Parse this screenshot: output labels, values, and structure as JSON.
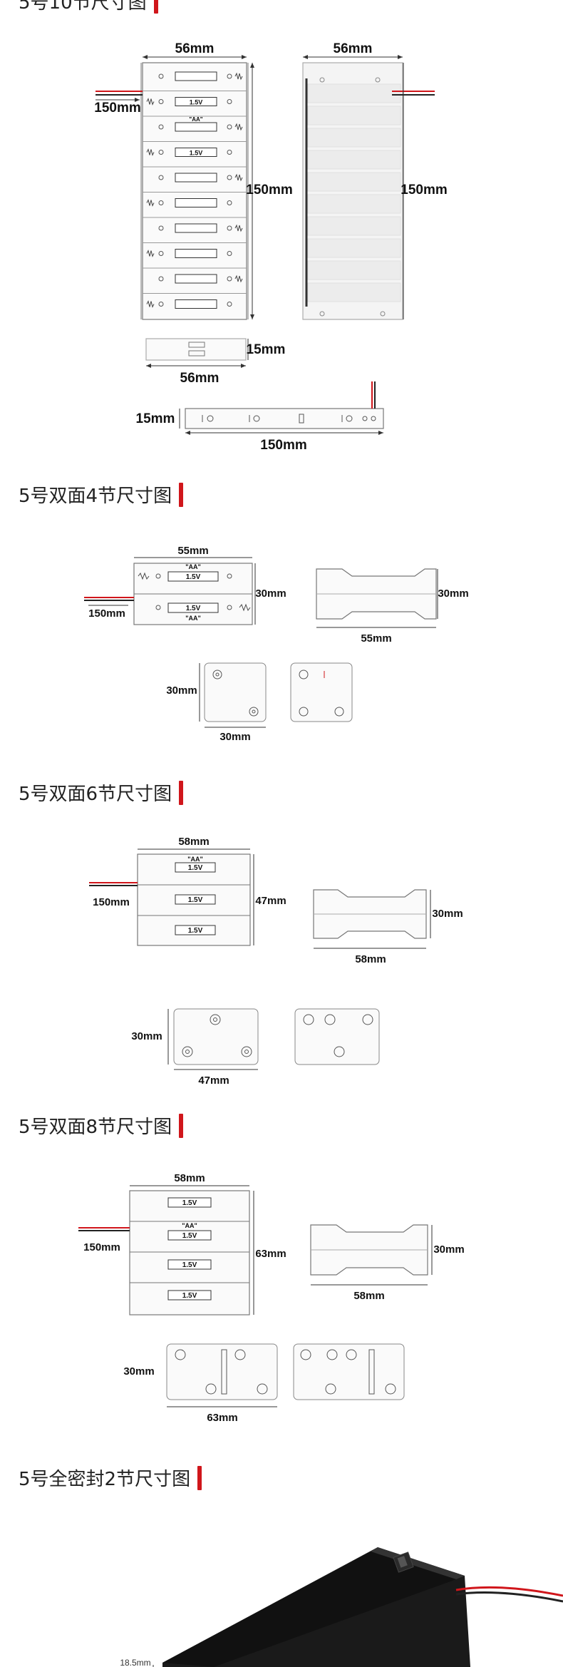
{
  "colors": {
    "accent": "#d0161b",
    "line": "#555555",
    "wire_red": "#d0161b",
    "wire_black": "#222222"
  },
  "top_title": "5号10节尺寸图",
  "s10": {
    "w_front": "56mm",
    "w_back": "56mm",
    "lead": "150mm",
    "h_front": "150mm",
    "h_back": "150mm",
    "cell": "1.5V",
    "aa": "\"AA\"",
    "side_h": "15mm",
    "side_w": "56mm",
    "bot_h": "15mm",
    "bot_w": "150mm"
  },
  "s4": {
    "title": "5号双面4节尺寸图",
    "w": "55mm",
    "h": "30mm",
    "lead": "150mm",
    "cell": "1.5V",
    "aa": "\"AA\"",
    "w2": "55mm",
    "h2": "30mm",
    "bh": "30mm",
    "bw": "30mm"
  },
  "s6": {
    "title": "5号双面6节尺寸图",
    "w": "58mm",
    "h": "47mm",
    "lead": "150mm",
    "cell": "1.5V",
    "aa": "\"AA\"",
    "w2": "58mm",
    "h2": "30mm",
    "bh": "30mm",
    "bw": "47mm"
  },
  "s8": {
    "title": "5号双面8节尺寸图",
    "w": "58mm",
    "h": "63mm",
    "lead": "150mm",
    "cell": "1.5V",
    "aa": "\"AA\"",
    "w2": "58mm",
    "h2": "30mm",
    "bh": "30mm",
    "bw": "63mm"
  },
  "s2": {
    "title": "5号全密封2节尺寸图",
    "dim": "18.5mm"
  }
}
